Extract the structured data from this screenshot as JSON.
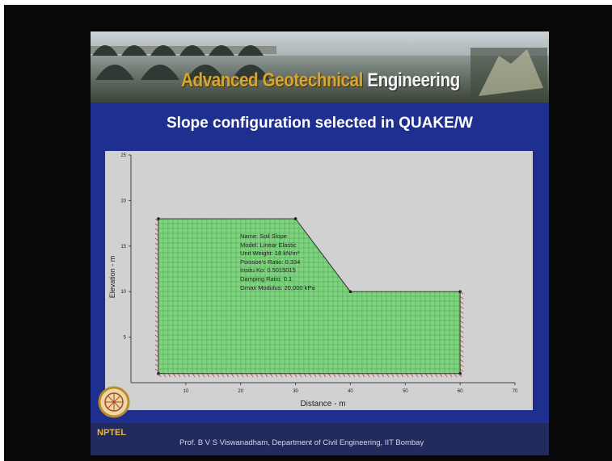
{
  "banner": {
    "title_part1": "Advanced Geotechnical",
    "title_part2": "Engineering"
  },
  "slide": {
    "title": "Slope configuration selected in QUAKE/W"
  },
  "chart": {
    "xlabel": "Distance - m",
    "ylabel": "Elevation - m",
    "x_ticks": [
      "10",
      "20",
      "30",
      "40",
      "50",
      "60",
      "70"
    ],
    "y_ticks": [
      "25",
      "20",
      "15",
      "10",
      "5"
    ],
    "material_info": [
      "Name: Soil Slope",
      "Model: Linear Elastic",
      "Unit Weight: 18 kN/m³",
      "Poisson's Ratio: 0.334",
      "Insitu Ko: 0.5015015",
      "Damping Ratio: 0.1",
      "Gmax Modulus: 20,000 kPa"
    ],
    "mesh_color": "#7ed47e"
  },
  "chart_data": {
    "type": "diagram",
    "xlabel": "Distance - m",
    "ylabel": "Elevation - m",
    "xlim": [
      0,
      70
    ],
    "ylim": [
      0,
      25
    ],
    "slope_geometry": [
      [
        5,
        1
      ],
      [
        5,
        18
      ],
      [
        30,
        18
      ],
      [
        40,
        10
      ],
      [
        60,
        10
      ],
      [
        60,
        1
      ]
    ],
    "material": {
      "name": "Soil Slope",
      "model": "Linear Elastic",
      "unit_weight": "18 kN/m³",
      "poissons_ratio": 0.334,
      "insitu_ko": 0.5015015,
      "damping_ratio": 0.1,
      "gmax_modulus": "20,000 kPa"
    }
  },
  "footer": {
    "org": "NPTEL",
    "credit": "Prof. B V S Viswanadham, Department of Civil Engineering, IIT Bombay"
  }
}
